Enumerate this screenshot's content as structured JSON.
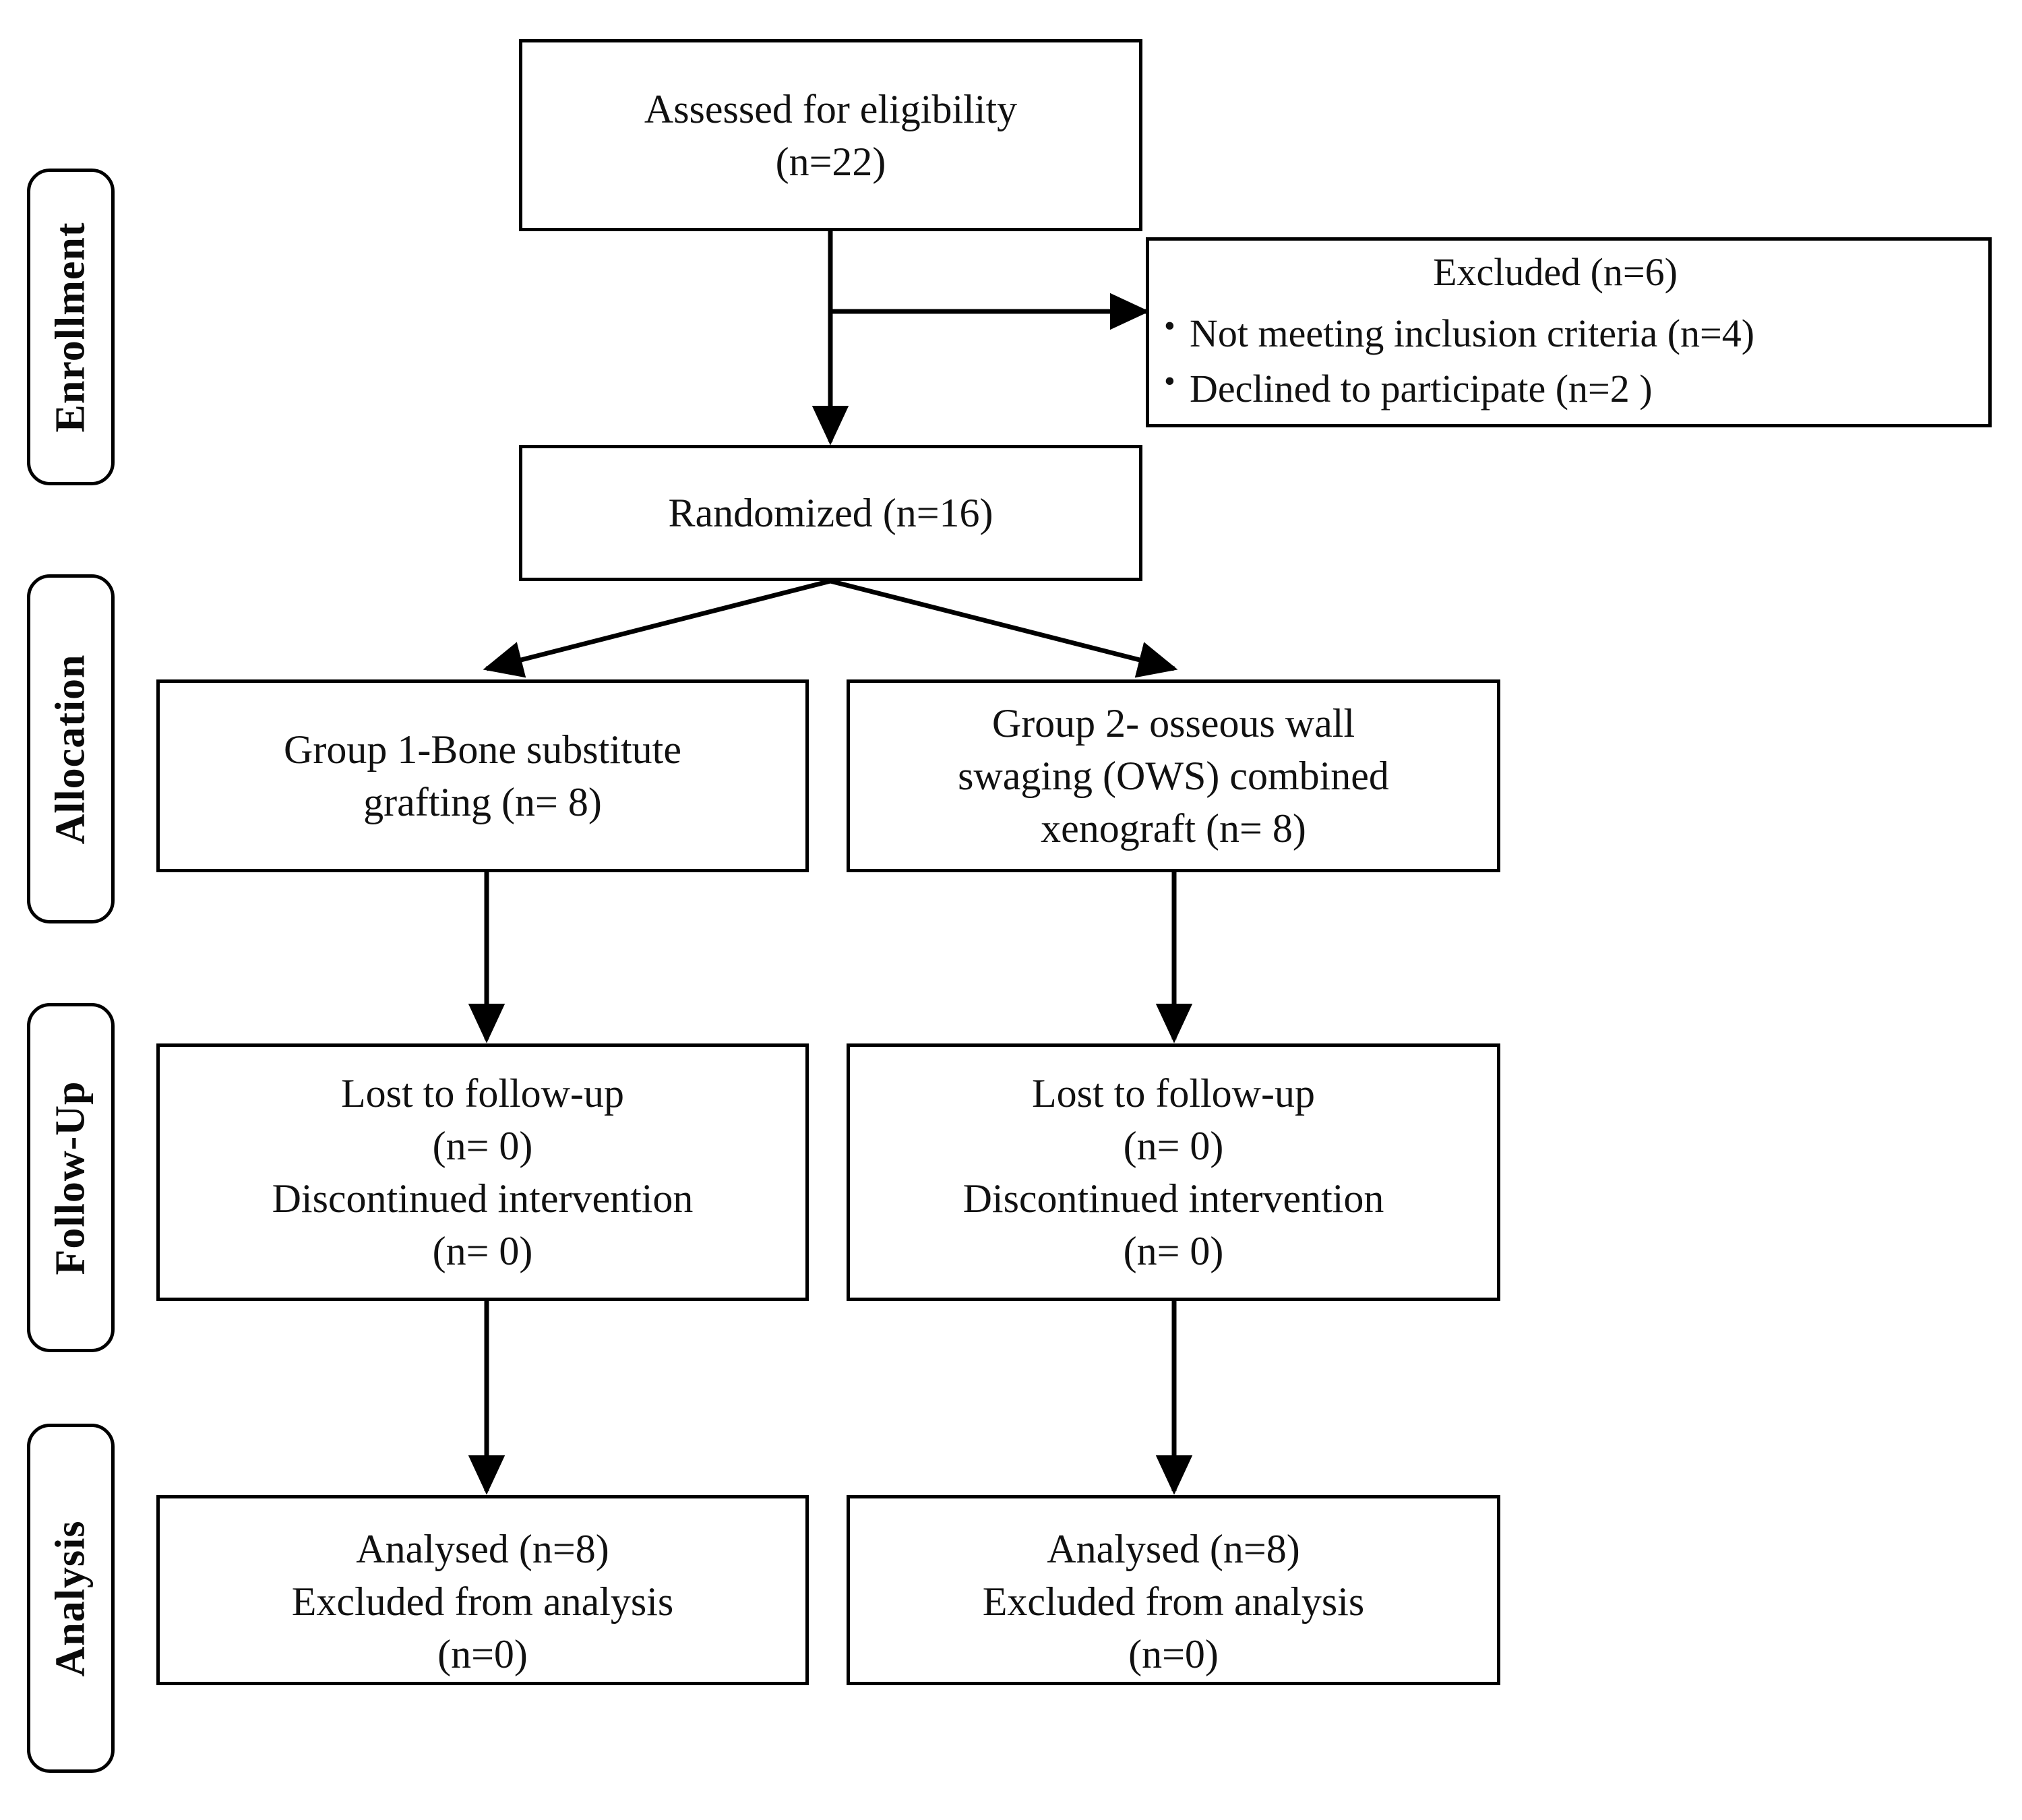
{
  "diagram": {
    "type": "CONSORT participant flow diagram",
    "stages": [
      {
        "id": "enrollment",
        "label": "Enrollment"
      },
      {
        "id": "allocation",
        "label": "Allocation"
      },
      {
        "id": "followup",
        "label": "Follow-Up"
      },
      {
        "id": "analysis",
        "label": "Analysis"
      }
    ],
    "boxes": {
      "assessed": {
        "lines": [
          "Assessed  for eligibility",
          "(n=22)"
        ]
      },
      "excluded": {
        "heading": "Excluded  (n=6)",
        "reasons": [
          "Not meeting  inclusion  criteria  (n=4)",
          "Declined  to participate  (n=2 )"
        ]
      },
      "randomized": {
        "lines": [
          "Randomized  (n=16)"
        ]
      },
      "group1_allocation": {
        "lines": [
          "Group 1-Bone substitute",
          "grafting (n= 8)"
        ]
      },
      "group2_allocation": {
        "lines": [
          "Group 2- osseous  wall",
          "swaging (OWS) combined",
          "xenograft  (n= 8)"
        ]
      },
      "group1_followup": {
        "lines": [
          "Lost to follow-up",
          "(n= 0)",
          "Discontinued  intervention",
          "(n= 0)"
        ]
      },
      "group2_followup": {
        "lines": [
          "Lost to follow-up",
          "(n= 0)",
          "Discontinued  intervention",
          "(n= 0)"
        ]
      },
      "group1_analysis": {
        "lines": [
          "Analysed  (n=8)",
          "Excluded  from analysis",
          "(n=0)"
        ]
      },
      "group2_analysis": {
        "lines": [
          "Analysed  (n=8)",
          "Excluded  from analysis",
          "(n=0)"
        ]
      }
    },
    "colors": {
      "stroke": "#000000",
      "background": "#ffffff",
      "text": "#111111"
    }
  }
}
